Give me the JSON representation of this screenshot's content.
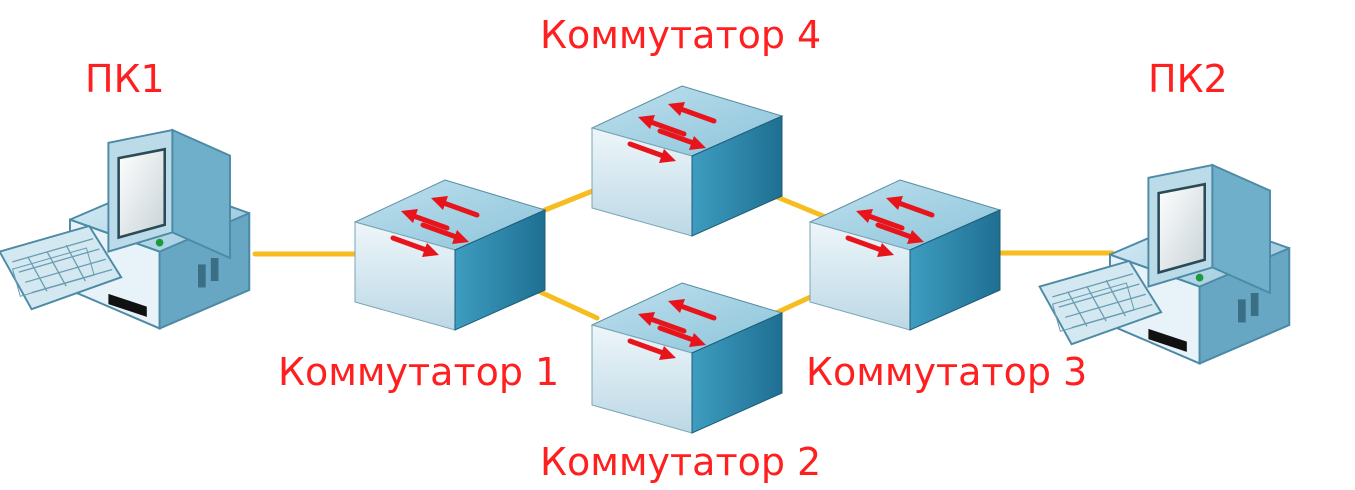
{
  "nodes": {
    "pc1": {
      "label": "ПК1",
      "icon": "computer-icon"
    },
    "pc2": {
      "label": "ПК2",
      "icon": "computer-icon"
    },
    "switch1": {
      "label": "Коммутатор 1",
      "icon": "network-switch-icon"
    },
    "switch2": {
      "label": "Коммутатор 2",
      "icon": "network-switch-icon"
    },
    "switch3": {
      "label": "Коммутатор 3",
      "icon": "network-switch-icon"
    },
    "switch4": {
      "label": "Коммутатор 4",
      "icon": "network-switch-icon"
    }
  },
  "links": [
    [
      "pc1",
      "switch1"
    ],
    [
      "switch1",
      "switch4"
    ],
    [
      "switch1",
      "switch2"
    ],
    [
      "switch4",
      "switch3"
    ],
    [
      "switch2",
      "switch3"
    ],
    [
      "switch3",
      "pc2"
    ]
  ],
  "colors": {
    "label": "#ff1f1f",
    "link": "#f5bd1f",
    "switch_top": "#c4e1ee",
    "switch_front": "#d6e9f1",
    "switch_side": "#2f8aad",
    "arrow": "#e8141b",
    "pc_body": "#a9d3e6",
    "pc_screen": "#dde7ea"
  }
}
